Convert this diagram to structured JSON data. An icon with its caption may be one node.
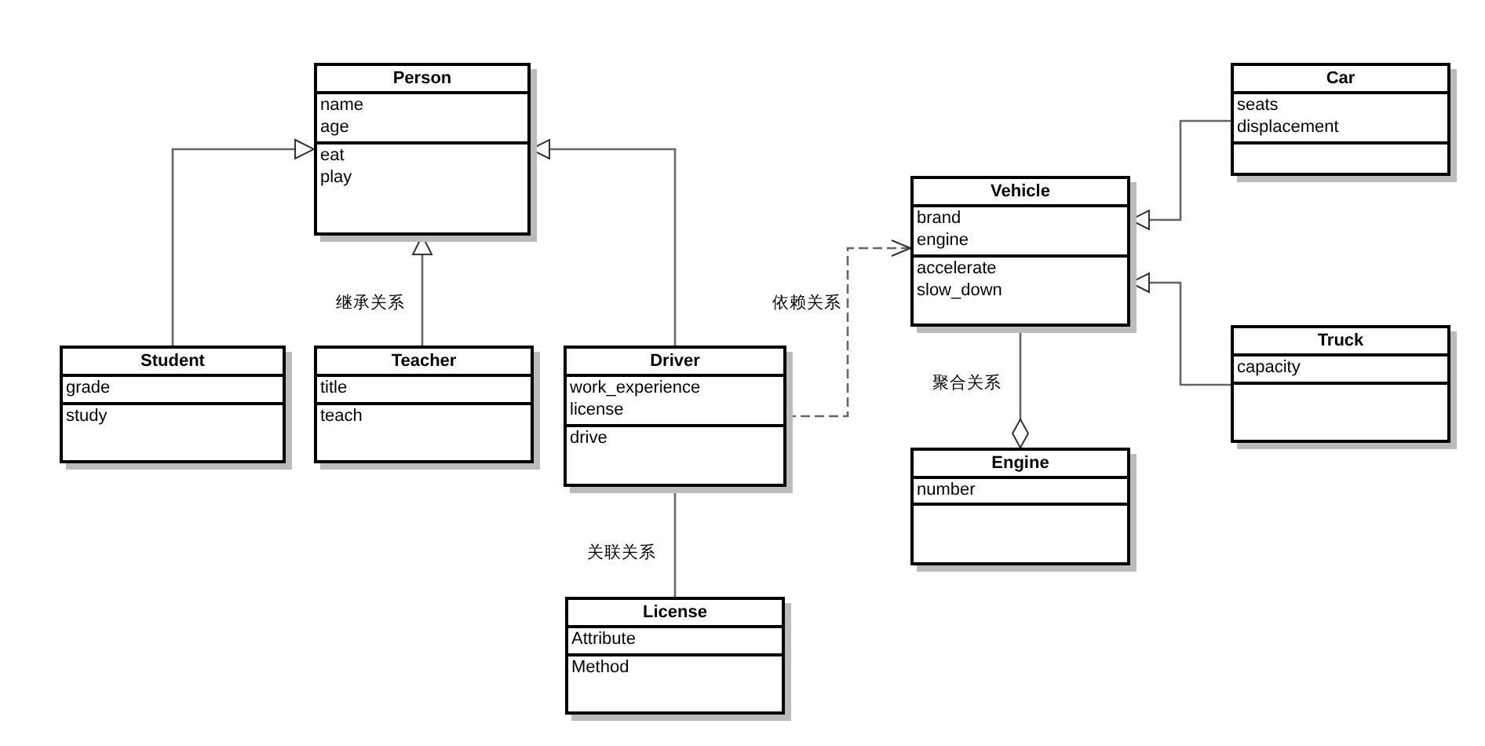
{
  "diagram": {
    "nodes": [
      {
        "text": [
          "Person"
        ]
      },
      {
        "text": [
          "name",
          "age"
        ],
        "in": 0
      },
      {
        "text": [
          "eat",
          "play"
        ],
        "in": 0
      },
      {
        "text": [
          "Student"
        ]
      },
      {
        "text": [
          "grade"
        ],
        "in": 3
      },
      {
        "text": [
          "study"
        ],
        "in": 3
      },
      {
        "text": [
          "Teacher"
        ]
      },
      {
        "text": [
          "title"
        ],
        "in": 6
      },
      {
        "text": [
          "teach"
        ],
        "in": 6
      },
      {
        "text": [
          "Driver"
        ]
      },
      {
        "text": [
          "work_experience",
          "license"
        ],
        "in": 9
      },
      {
        "text": [
          "drive"
        ],
        "in": 9
      },
      {
        "text": [
          "Vehicle"
        ]
      },
      {
        "text": [
          "brand",
          "engine"
        ],
        "in": 12
      },
      {
        "text": [
          "accelerate",
          "slow_down"
        ],
        "in": 12
      },
      {
        "text": [
          "Car"
        ]
      },
      {
        "text": [
          "seats",
          "displacement"
        ],
        "in": 15
      },
      {
        "text": [],
        "shape": "box",
        "in": 15
      },
      {
        "text": [
          "Truck"
        ]
      },
      {
        "text": [
          "capacity"
        ],
        "in": 18
      },
      {
        "text": [],
        "shape": "box",
        "in": 18
      },
      {
        "text": [
          "Engine"
        ]
      },
      {
        "text": [
          "number"
        ],
        "in": 21
      },
      {
        "text": [],
        "shape": "box",
        "in": 21
      },
      {
        "text": [
          "License"
        ]
      },
      {
        "text": [
          "Attribute"
        ],
        "in": 24
      },
      {
        "text": [
          "Method"
        ],
        "in": 24
      }
    ],
    "edges": [
      {
        "from": 3,
        "to": 0,
        "arrow": "to"
      },
      {
        "from": 6,
        "to": 0,
        "arrow": "to",
        "label": "继承关系"
      },
      {
        "from": 9,
        "to": 0,
        "arrow": "to"
      },
      {
        "from": 9,
        "to": 12,
        "arrow": "to",
        "style": "dashed",
        "label": "依赖关系"
      },
      {
        "from": 15,
        "to": 12,
        "arrow": "to"
      },
      {
        "from": 18,
        "to": 12,
        "arrow": "to"
      },
      {
        "from": 12,
        "to": 21,
        "arrow": "other",
        "label": "聚合关系"
      },
      {
        "from": 9,
        "to": 24,
        "arrow": "none",
        "label": "关联关系"
      }
    ]
  }
}
